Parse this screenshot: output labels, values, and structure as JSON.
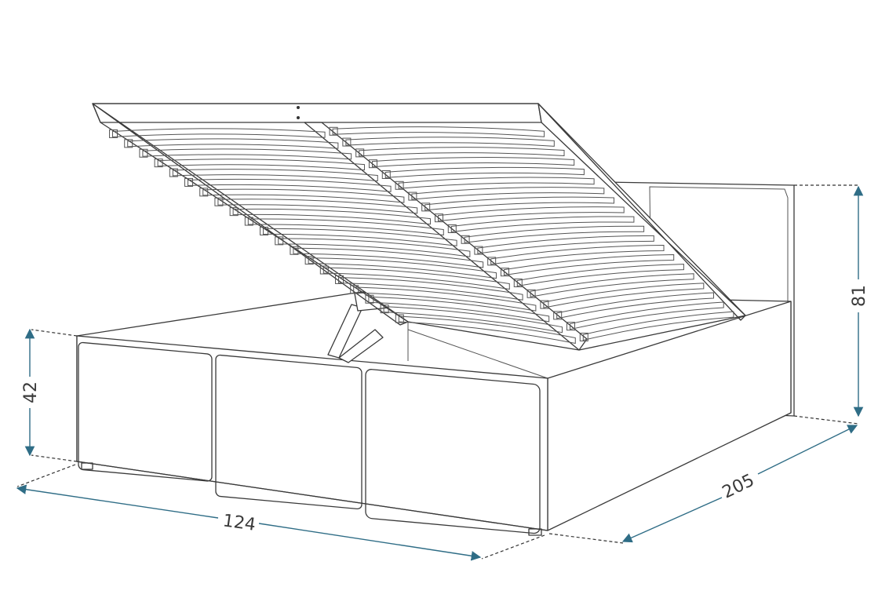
{
  "colors": {
    "dimension_line": "#2f6d86",
    "outline": "#3a3a3a"
  },
  "dimensions": {
    "width": "124",
    "length": "205",
    "bed_height": "42",
    "headboard_height": "81"
  }
}
